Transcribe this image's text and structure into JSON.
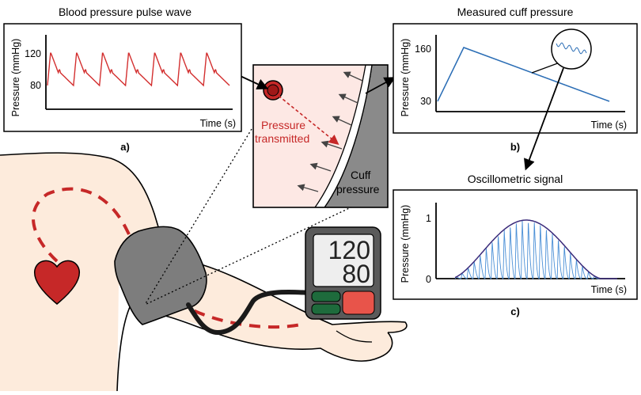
{
  "panels": {
    "a": {
      "title": "Blood pressure pulse wave",
      "ylabel": "Pressure (mmHg)",
      "xlabel": "Time (s)",
      "yticks": [
        "120",
        "80"
      ],
      "caption": "a)"
    },
    "b": {
      "title": "Measured cuff pressure",
      "ylabel": "Pressure (mmHg)",
      "xlabel": "Time (s)",
      "yticks": [
        "160",
        "30"
      ],
      "caption": "b)"
    },
    "c": {
      "title": "Oscillometric signal",
      "ylabel": "Pressure (mmHg)",
      "xlabel": "Time (s)",
      "yticks": [
        "1",
        "0"
      ],
      "caption": "c)"
    }
  },
  "inset": {
    "transmitted_line1": "Pressure",
    "transmitted_line2": "transmitted",
    "cuff_line1": "Cuff",
    "cuff_line2": "pressure"
  },
  "monitor": {
    "systolic": "120",
    "diastolic": "80"
  },
  "colors": {
    "pulse_wave": "#d32f2f",
    "cuff_curve": "#2a6db5",
    "oscillation": "#4a8fd6",
    "envelope": "#3a2a7a",
    "artery": "#c62828",
    "cuff": "#808080",
    "skin": "#fdebdc",
    "button_green": "#1e6b3c",
    "button_red": "#e8544a"
  }
}
